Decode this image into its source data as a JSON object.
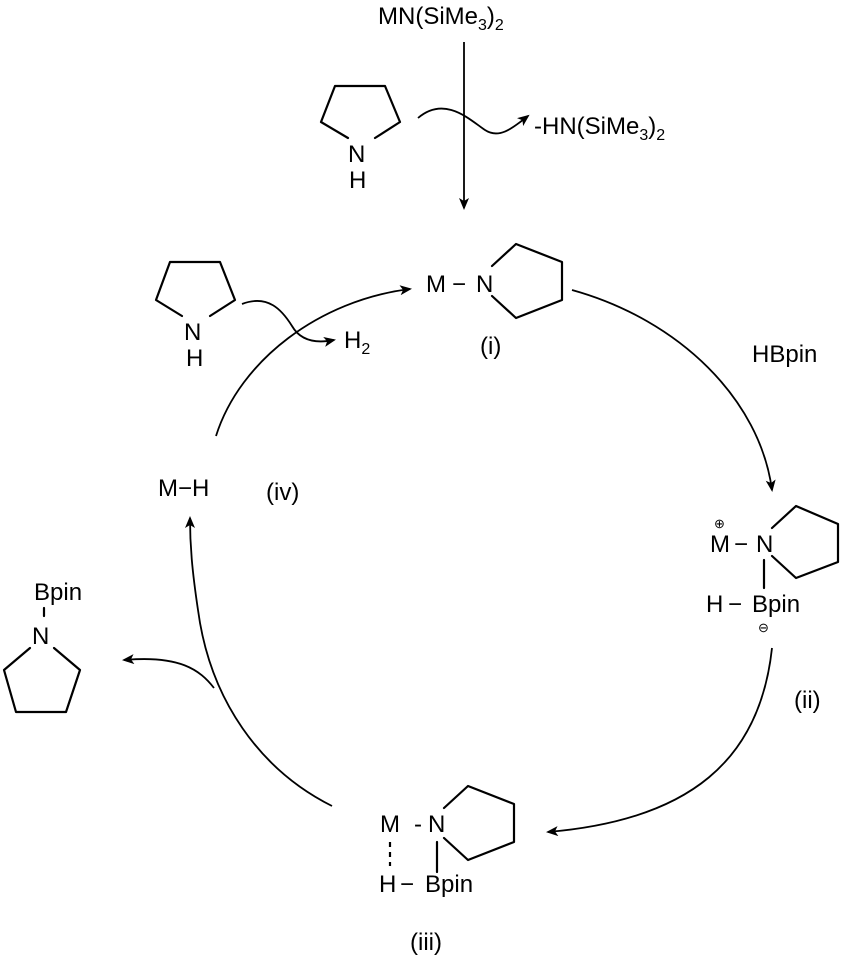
{
  "reagents": {
    "top_reagent": {
      "main": "MN(SiMe",
      "sub": "3",
      "close": ")",
      "sub2": "2"
    },
    "byproduct_top": {
      "main": "-HN(SiMe",
      "sub": "3",
      "close": ")",
      "sub2": "2"
    },
    "hbpin": "HBpin",
    "h2": {
      "main": "H",
      "sub": "2"
    }
  },
  "atoms": {
    "N": "N",
    "H": "H",
    "M": "M",
    "Bpin": "Bpin",
    "dash_bond": "−",
    "short_dash": "-"
  },
  "species": {
    "i": {
      "label": "(i)",
      "M": "M",
      "bond": "−",
      "N": "N"
    },
    "ii": {
      "label": "(ii)",
      "M": "M",
      "bond": "−",
      "N": "N",
      "H": "H",
      "bond2": "−",
      "B": "Bpin",
      "plus": "⊕",
      "minus": "⊖"
    },
    "iii": {
      "label": "(iii)",
      "M": "M",
      "dash": "-",
      "N": "N",
      "H": "H",
      "bond": "−",
      "B": "Bpin"
    },
    "iv": {
      "label": "(iv)",
      "text": "M−H"
    },
    "product": {
      "B": "Bpin",
      "N": "N"
    }
  },
  "colors": {
    "ink": "#000000",
    "background": "#ffffff"
  }
}
